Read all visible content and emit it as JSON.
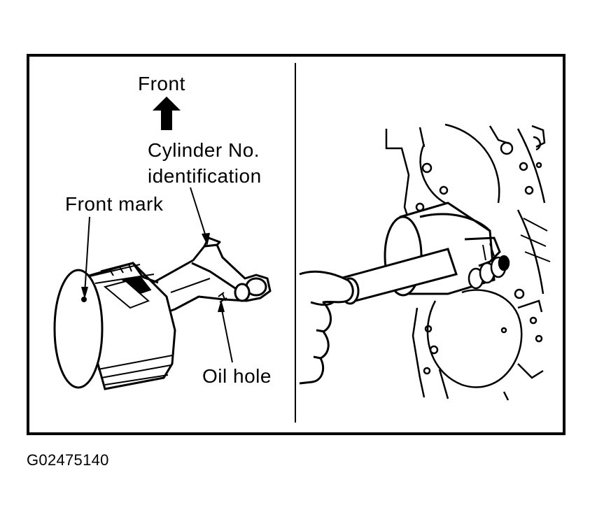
{
  "labels": {
    "front": "Front",
    "cylinder_line1": "Cylinder No.",
    "cylinder_line2": "identification",
    "front_mark": "Front mark",
    "oil_hole": "Oil hole"
  },
  "figure_id": "G02475140",
  "colors": {
    "ink": "#000000",
    "paper": "#ffffff"
  },
  "icons": {
    "front_arrow": "arrow-up-icon"
  }
}
